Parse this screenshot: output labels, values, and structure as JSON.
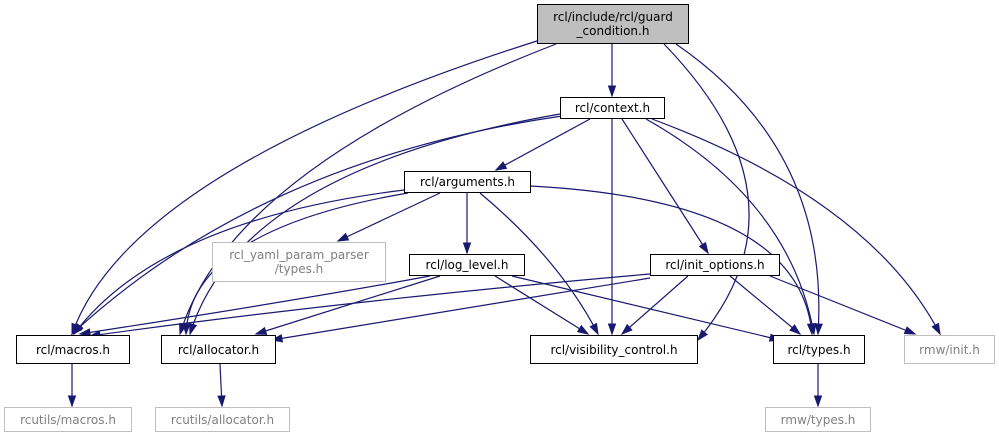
{
  "graph": {
    "edge_color": "#191970",
    "external_border_color": "#bfbfbf",
    "root_fill": "#bfbfbf",
    "nodes": {
      "guard": {
        "label": "rcl/include/rcl/guard\n_condition.h",
        "kind": "root"
      },
      "context": {
        "label": "rcl/context.h",
        "kind": "internal"
      },
      "arguments": {
        "label": "rcl/arguments.h",
        "kind": "internal"
      },
      "yaml": {
        "label": "rcl_yaml_param_parser\n/types.h",
        "kind": "external"
      },
      "loglevel": {
        "label": "rcl/log_level.h",
        "kind": "internal"
      },
      "initopts": {
        "label": "rcl/init_options.h",
        "kind": "internal"
      },
      "macros": {
        "label": "rcl/macros.h",
        "kind": "internal"
      },
      "allocator": {
        "label": "rcl/allocator.h",
        "kind": "internal"
      },
      "visibility": {
        "label": "rcl/visibility_control.h",
        "kind": "internal"
      },
      "types": {
        "label": "rcl/types.h",
        "kind": "internal"
      },
      "rmwinit": {
        "label": "rmw/init.h",
        "kind": "external"
      },
      "rcmacros": {
        "label": "rcutils/macros.h",
        "kind": "external"
      },
      "rcalloc": {
        "label": "rcutils/allocator.h",
        "kind": "external"
      },
      "rmwtypes": {
        "label": "rmw/types.h",
        "kind": "external"
      }
    },
    "edges": [
      [
        "guard",
        "context"
      ],
      [
        "guard",
        "macros"
      ],
      [
        "guard",
        "allocator"
      ],
      [
        "guard",
        "visibility"
      ],
      [
        "guard",
        "types"
      ],
      [
        "context",
        "arguments"
      ],
      [
        "context",
        "initopts"
      ],
      [
        "context",
        "macros"
      ],
      [
        "context",
        "allocator"
      ],
      [
        "context",
        "visibility"
      ],
      [
        "context",
        "types"
      ],
      [
        "context",
        "rmwinit"
      ],
      [
        "arguments",
        "yaml"
      ],
      [
        "arguments",
        "loglevel"
      ],
      [
        "arguments",
        "macros"
      ],
      [
        "arguments",
        "allocator"
      ],
      [
        "arguments",
        "visibility"
      ],
      [
        "arguments",
        "types"
      ],
      [
        "loglevel",
        "macros"
      ],
      [
        "loglevel",
        "allocator"
      ],
      [
        "loglevel",
        "visibility"
      ],
      [
        "loglevel",
        "types"
      ],
      [
        "initopts",
        "macros"
      ],
      [
        "initopts",
        "allocator"
      ],
      [
        "initopts",
        "visibility"
      ],
      [
        "initopts",
        "types"
      ],
      [
        "initopts",
        "rmwinit"
      ],
      [
        "macros",
        "rcmacros"
      ],
      [
        "allocator",
        "rcalloc"
      ],
      [
        "types",
        "rmwtypes"
      ]
    ]
  }
}
